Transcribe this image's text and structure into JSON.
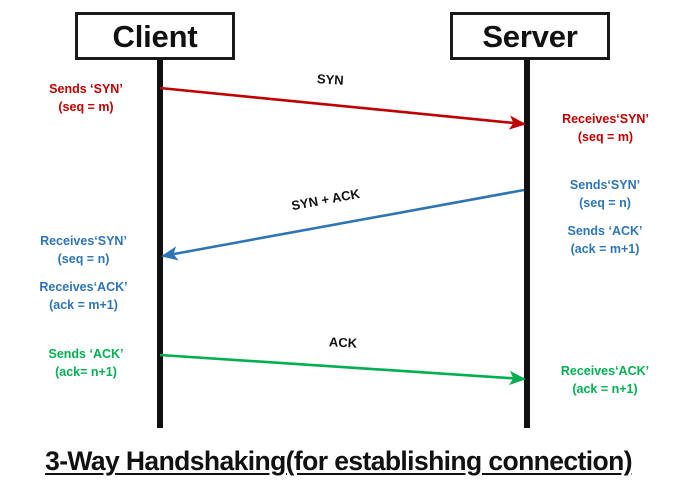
{
  "diagram": {
    "title": "3-Way Handshaking(for establishing connection)",
    "colors": {
      "syn": "#C00000",
      "syn_ack": "#2E75B6",
      "ack": "#00B050",
      "line": "#111111"
    },
    "participants": {
      "client": "Client",
      "server": "Server"
    },
    "messages": [
      {
        "label": "SYN",
        "color": "#C00000"
      },
      {
        "label": "SYN + ACK",
        "color": "#2E75B6"
      },
      {
        "label": "ACK",
        "color": "#00B050"
      }
    ],
    "client_notes": [
      {
        "line1": "Sends ‘SYN’",
        "line2": "(seq = m)"
      },
      {
        "line1": "Receives‘SYN’",
        "line2": "(seq = n)"
      },
      {
        "line1": "Receives‘ACK’",
        "line2": "(ack = m+1)"
      },
      {
        "line1": "Sends ‘ACK’",
        "line2": "(ack= n+1)"
      }
    ],
    "server_notes": [
      {
        "line1": "Receives‘SYN’",
        "line2": "(seq = m)"
      },
      {
        "line1": "Sends‘SYN’",
        "line2": "(seq = n)"
      },
      {
        "line1": "Sends ‘ACK’",
        "line2": "(ack = m+1)"
      },
      {
        "line1": "Receives‘ACK’",
        "line2": "(ack = n+1)"
      }
    ]
  }
}
